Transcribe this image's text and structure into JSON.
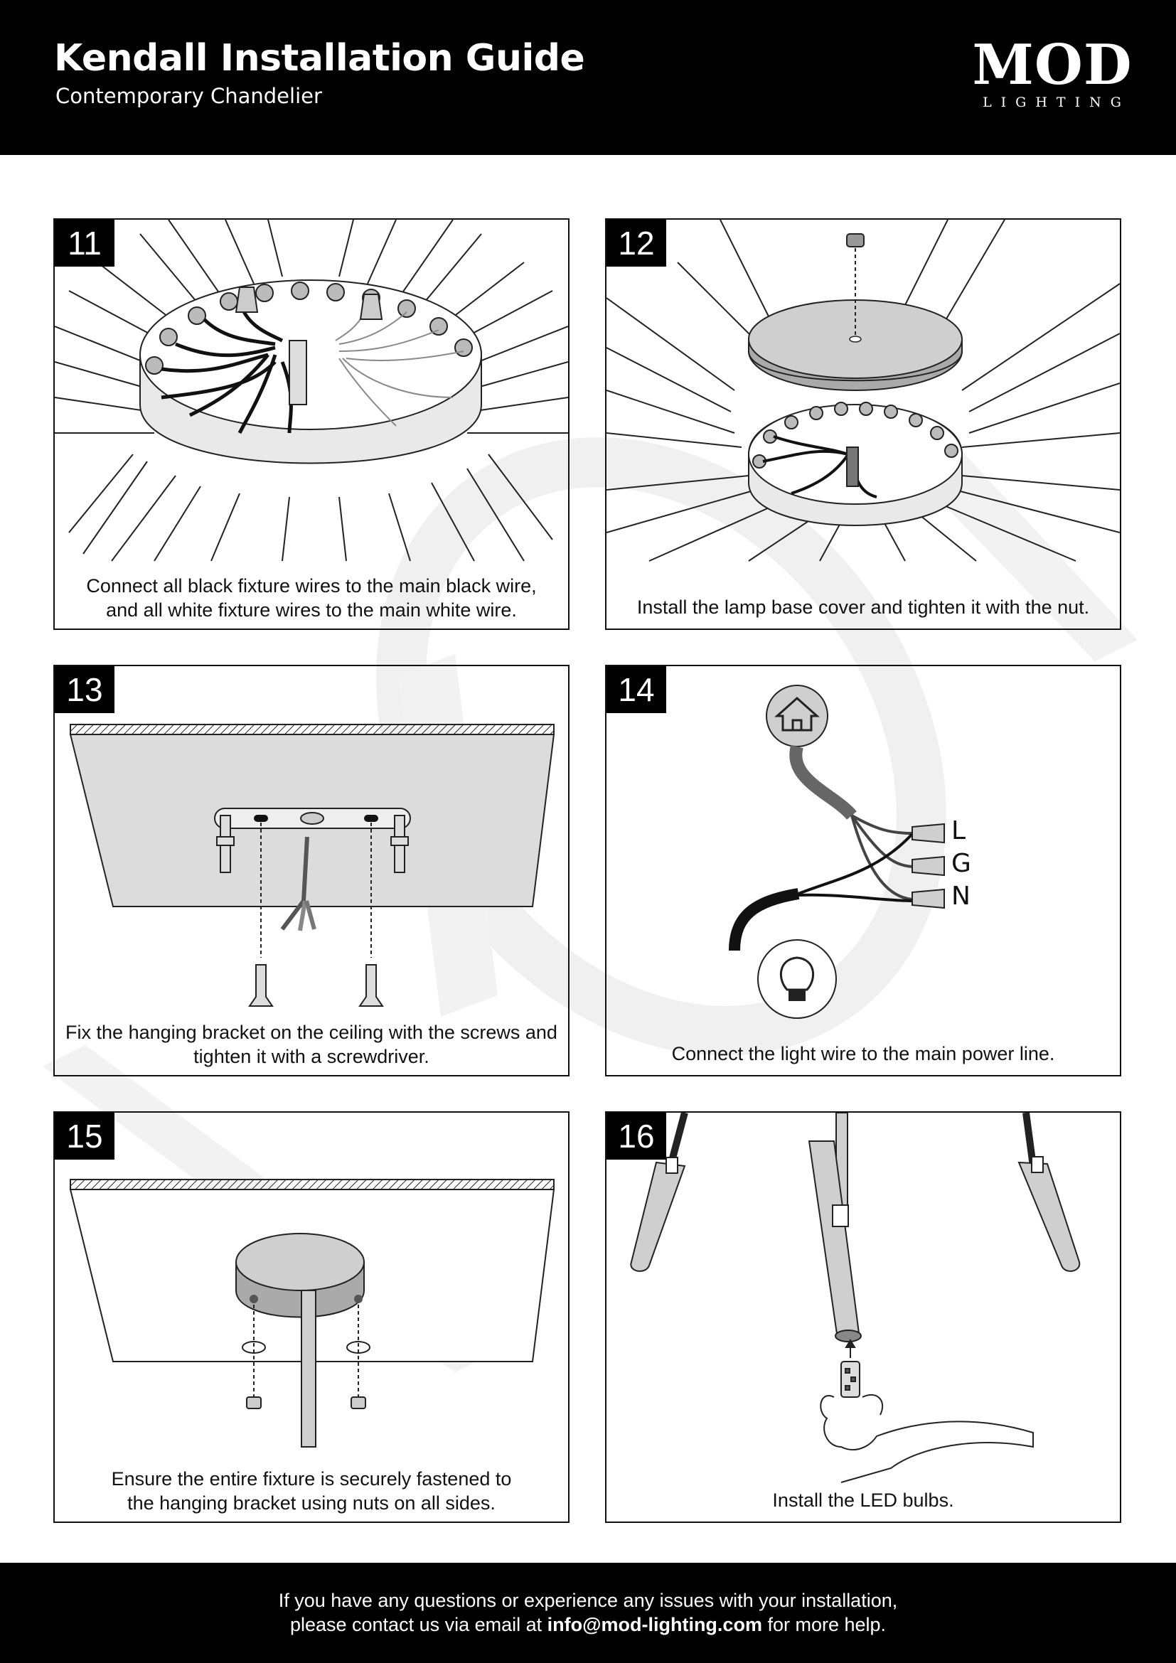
{
  "header": {
    "title": "Kendall Installation Guide",
    "subtitle": "Contemporary Chandelier",
    "logo_main": "MOD",
    "logo_sub": "LIGHTING"
  },
  "steps": [
    {
      "number": "11",
      "caption_lines": [
        "Connect all black fixture wires to the main black wire,",
        "and all white fixture wires to the main white wire."
      ]
    },
    {
      "number": "12",
      "caption_lines": [
        "Install the lamp base cover and tighten it with the nut."
      ]
    },
    {
      "number": "13",
      "caption_lines": [
        "Fix the hanging bracket on the ceiling with the screws and",
        "tighten it with a screwdriver."
      ]
    },
    {
      "number": "14",
      "caption_lines": [
        "Connect the light wire to the main power line."
      ],
      "wire_labels": [
        "L",
        "G",
        "N"
      ]
    },
    {
      "number": "15",
      "caption_lines": [
        "Ensure the entire fixture is securely fastened to",
        "the hanging bracket using nuts on all sides."
      ]
    },
    {
      "number": "16",
      "caption_lines": [
        "Install the LED bulbs."
      ]
    }
  ],
  "footer": {
    "line1": "If you have any questions or experience any issues with your installation,",
    "line2_prefix": "please contact us via email at",
    "email": "info@mod-lighting.com",
    "line2_suffix": "for more help."
  },
  "colors": {
    "header_bg": "#000000",
    "panel_border": "#111111",
    "fill_gray": "#cfcfcf",
    "dark_gray": "#8a8a8a"
  }
}
